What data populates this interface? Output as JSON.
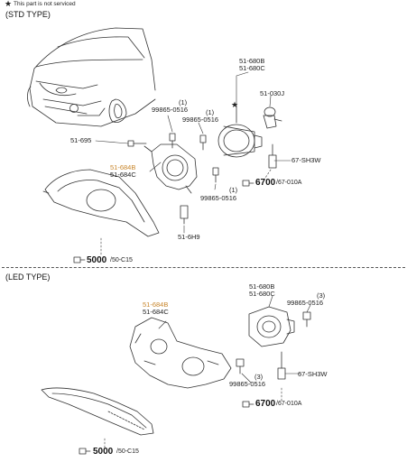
{
  "legend": {
    "star_note": "This part is not serviced"
  },
  "sections": {
    "std": {
      "title": "(STD TYPE)"
    },
    "led": {
      "title": "(LED TYPE)"
    }
  },
  "std_labels": {
    "part_51680B": "51-680B",
    "part_51680C": "51-680C",
    "part_51030J": "51-030J",
    "qty_1a": "(1)",
    "bolt_a": "99865-0516",
    "qty_1b": "(1)",
    "bolt_b": "99865-0516",
    "part_51695": "51-695",
    "part_51684B": "51-684B",
    "part_51684C": "51-684C",
    "part_67SH3W": "67-SH3W",
    "qty_1c": "(1)",
    "bolt_c": "99865-0516",
    "ref_6700_num": "6700",
    "ref_6700_page": "/67-010A",
    "part_516H9": "51-6H9",
    "ref_5000_num": "5000",
    "ref_5000_page": "/50-C15"
  },
  "led_labels": {
    "part_51680B": "51-680B",
    "part_51680C": "51-680C",
    "qty_3a": "(3)",
    "bolt_a": "99865-0516",
    "part_51684B": "51-684B",
    "part_51684C": "51-684C",
    "qty_3b": "(3)",
    "bolt_b": "99865-0516",
    "part_67SH3W": "67-SH3W",
    "ref_6700_num": "6700",
    "ref_6700_page": "/67-010A",
    "ref_5000_num": "5000",
    "ref_5000_page": "/50-C15"
  },
  "colors": {
    "highlight": "#c8862b",
    "line": "#333333"
  }
}
